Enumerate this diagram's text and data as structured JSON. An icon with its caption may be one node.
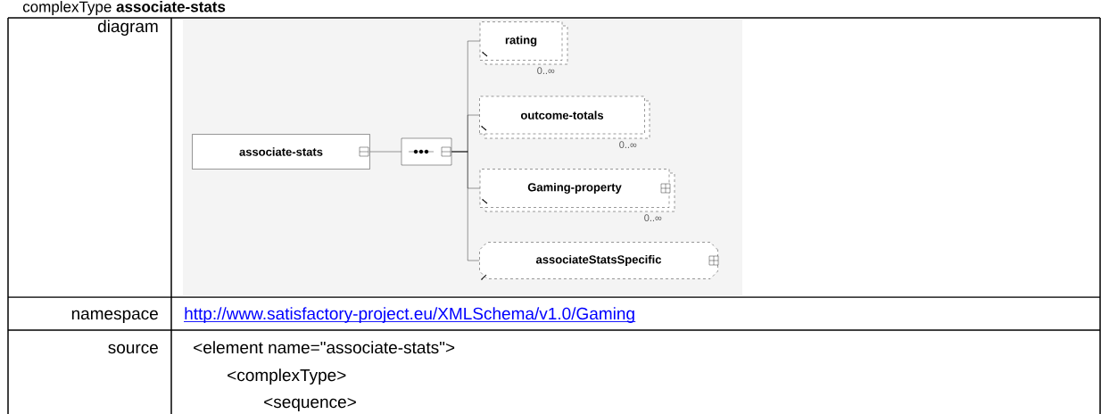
{
  "diagram": {
    "title": "complexType **associate-stats**",
    "nodes": [
      {
        "text": [
          "associate-stats"
        ]
      },
      {
        "text": [],
        "shape": "octagon"
      },
      {
        "text": [
          "rating"
        ],
        "beside": [
          "0..∞"
        ]
      },
      {
        "text": [
          "outcome-totals"
        ],
        "beside": [
          "0..∞"
        ]
      },
      {
        "text": [
          "Gaming-property"
        ],
        "beside": [
          "0..∞"
        ]
      },
      {
        "text": [
          "associateStatsSpecific"
        ]
      }
    ],
    "edges": [
      {
        "from": 0,
        "to": 1,
        "arrow": "none"
      },
      {
        "from": 1,
        "to": 2,
        "arrow": "none"
      },
      {
        "from": 1,
        "to": 3,
        "arrow": "none"
      },
      {
        "from": 1,
        "to": 4,
        "arrow": "none"
      },
      {
        "from": 1,
        "to": 5,
        "arrow": "none"
      }
    ],
    "labels": [
      "diagram",
      "namespace",
      "http://www.satisfactory-project.eu/XMLSchema/v1.0/Gaming",
      "source",
      "<element name=\"associate-stats\">",
      "<complexType>",
      "<sequence>"
    ]
  }
}
